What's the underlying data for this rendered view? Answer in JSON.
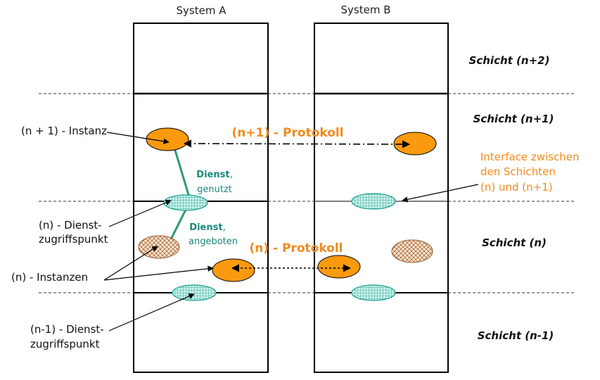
{
  "systems": [
    "System A",
    "System B"
  ],
  "layers": [
    "Schicht (n+2)",
    "Schicht (n+1)",
    "Schicht (n)",
    "Schicht (n-1)"
  ],
  "protocols": [
    "(n+1) - Protokoll",
    "(n) - Protokoll"
  ],
  "service_used": {
    "bold": "Dienst",
    "comma": ",",
    "rest": "genutzt"
  },
  "service_offered": {
    "bold": "Dienst",
    "comma": ",",
    "rest": "angeboten"
  },
  "labels": {
    "instance_n1": "(n + 1) - Instanz",
    "sap_n_line1": "(n) - Dienst-",
    "sap_n_line2": "zugriffspunkt",
    "instances_n": "(n) - Instanzen",
    "sap_n_minus_line1": "(n-1) - Dienst-",
    "sap_n_minus_line2": "zugriffspunkt"
  },
  "interface_note": [
    "Interface zwischen",
    "den Schichten",
    "(n) und (n+1)"
  ],
  "colors": {
    "instance_fill": "#fb9a0e",
    "sap_fill": "#c9f0ea",
    "sap_hatch": "#1a9e8c",
    "inactive_fill": "#fbe4cc",
    "inactive_hatch": "#9a5a2e",
    "service_line": "#2e9a78",
    "accent_orange": "#f28a1e",
    "teal_text": "#178a7c"
  }
}
